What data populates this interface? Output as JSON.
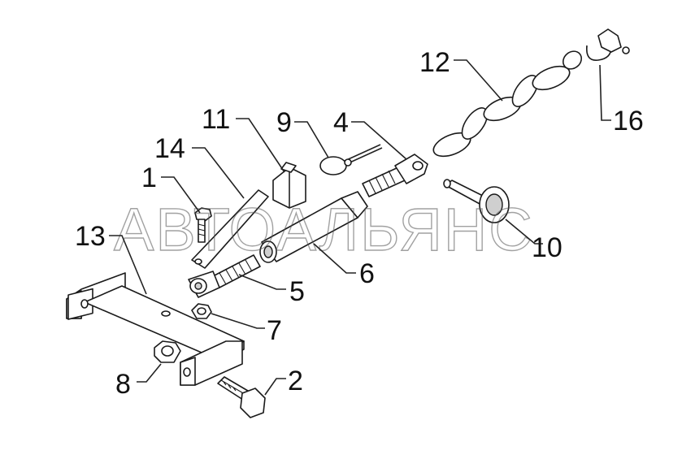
{
  "watermark": "АВТОАЛЬЯНС",
  "callouts": {
    "c1": "1",
    "c2": "2",
    "c4": "4",
    "c5": "5",
    "c6": "6",
    "c7": "7",
    "c8": "8",
    "c9": "9",
    "c10": "10",
    "c11": "11",
    "c12": "12",
    "c13": "13",
    "c14": "14",
    "c16": "16"
  }
}
